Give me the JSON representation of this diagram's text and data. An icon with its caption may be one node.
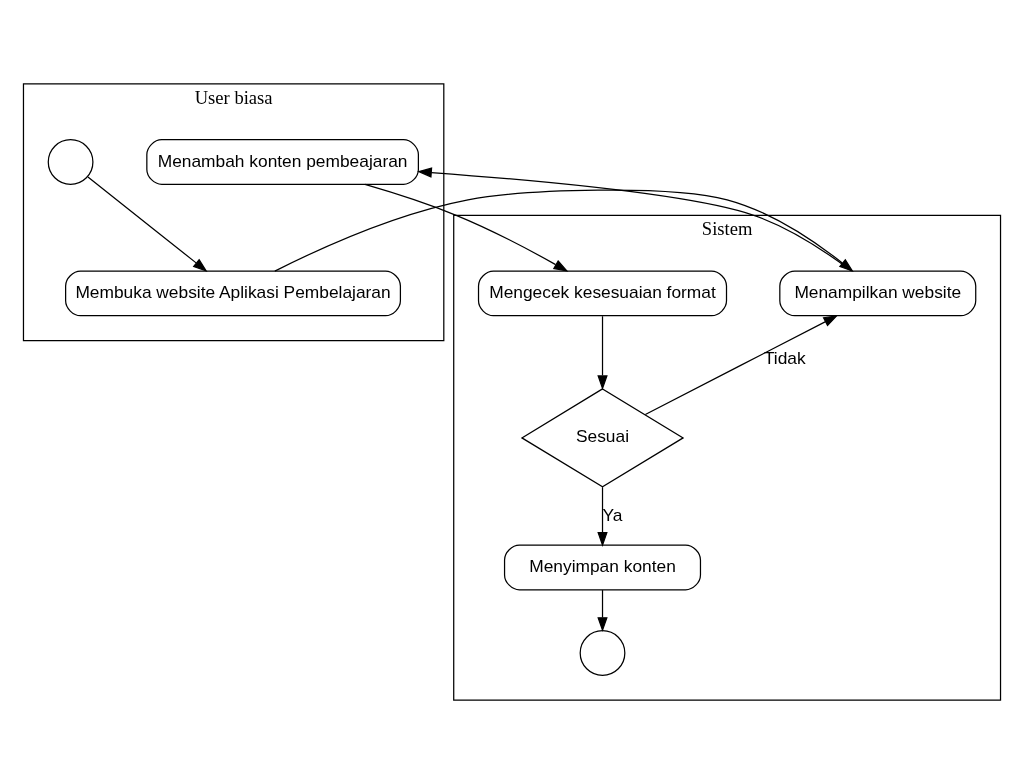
{
  "diagram": {
    "nodes": [
      {
        "text": [
          "User biasa"
        ]
      },
      {
        "text": [
          "Sistem"
        ]
      },
      {
        "text": [],
        "shape": "circle",
        "in": 0
      },
      {
        "text": [
          "Membuka website Aplikasi Pembelajaran"
        ],
        "in": 0
      },
      {
        "text": [
          "Menampilkan website"
        ],
        "in": 1
      },
      {
        "text": [
          "Menambah konten pembeajaran"
        ],
        "in": 0
      },
      {
        "text": [
          "Mengecek kesesuaian format"
        ],
        "in": 1
      },
      {
        "text": [
          "Sesuai"
        ],
        "in": 1
      },
      {
        "text": [
          "Menyimpan konten"
        ],
        "in": 1
      },
      {
        "text": [],
        "shape": "circle",
        "in": 1
      }
    ],
    "edges": [
      {
        "from": 2,
        "to": 3,
        "arrow": "to"
      },
      {
        "from": 3,
        "to": 4,
        "arrow": "to"
      },
      {
        "from": 4,
        "to": 5,
        "arrow": "to"
      },
      {
        "from": 5,
        "to": 6,
        "arrow": "to"
      },
      {
        "from": 6,
        "to": 7,
        "arrow": "to"
      },
      {
        "from": 7,
        "to": 4,
        "arrow": "to",
        "label": "Tidak"
      },
      {
        "from": 7,
        "to": 8,
        "arrow": "to",
        "label": "Ya"
      },
      {
        "from": 8,
        "to": 9,
        "arrow": "to"
      }
    ]
  }
}
